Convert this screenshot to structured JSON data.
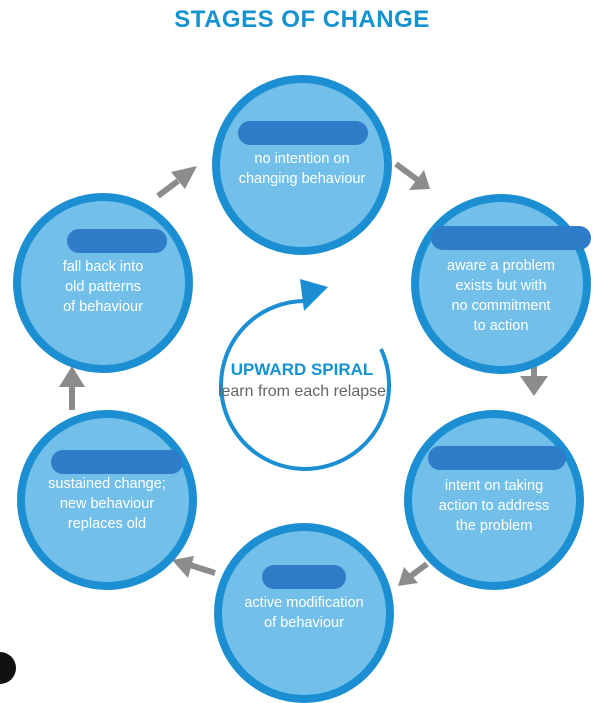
{
  "title": "STAGES OF CHANGE",
  "center": {
    "title": "UPWARD SPIRAL",
    "subtitle": "learn from each relapse"
  },
  "stages": [
    {
      "id": "precontemplation",
      "text": [
        "no intention on",
        "changing behaviour"
      ]
    },
    {
      "id": "contemplation",
      "text": [
        "aware a problem",
        "exists but with",
        "no commitment",
        "to action"
      ]
    },
    {
      "id": "preparation",
      "text": [
        "intent on taking",
        "action to address",
        "the problem"
      ]
    },
    {
      "id": "action",
      "text": [
        "active modification",
        "of behaviour"
      ]
    },
    {
      "id": "maintenance",
      "text": [
        "sustained change;",
        "new behaviour",
        "replaces old"
      ]
    },
    {
      "id": "relapse",
      "text": [
        "fall back into",
        "old patterns",
        "of behaviour"
      ]
    }
  ],
  "colors": {
    "title": "#1592d0",
    "circle_fill": "#72c0ea",
    "circle_border": "#1c8fd2",
    "arrow": "#8c8c8c",
    "redaction": "#2f7cc8"
  },
  "icons": [
    "upward-spiral-arrow-icon",
    "stage-transition-arrow-icon"
  ]
}
